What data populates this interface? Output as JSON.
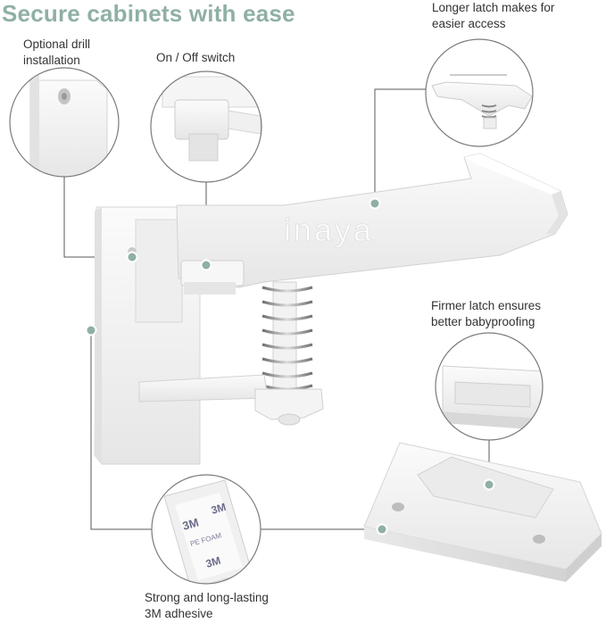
{
  "headline": "Secure cabinets with ease",
  "brand_mark": "inaya",
  "callouts": {
    "drill": [
      "Optional drill",
      "installation"
    ],
    "switch": [
      "On / Off switch"
    ],
    "longer_latch": [
      "Longer latch makes for",
      "easier access"
    ],
    "firmer_latch": [
      "Firmer latch ensures",
      "better babyproofing"
    ],
    "adhesive": [
      "Strong and long-lasting",
      "3M adhesive"
    ]
  },
  "adhesive_print": [
    "3M",
    "PE FOAM"
  ],
  "colors": {
    "accent": "#8fb0a3",
    "callout_line": "#5a5a5a",
    "plastic": "#f4f4f4",
    "plastic_shadow": "#d9d9d9"
  }
}
